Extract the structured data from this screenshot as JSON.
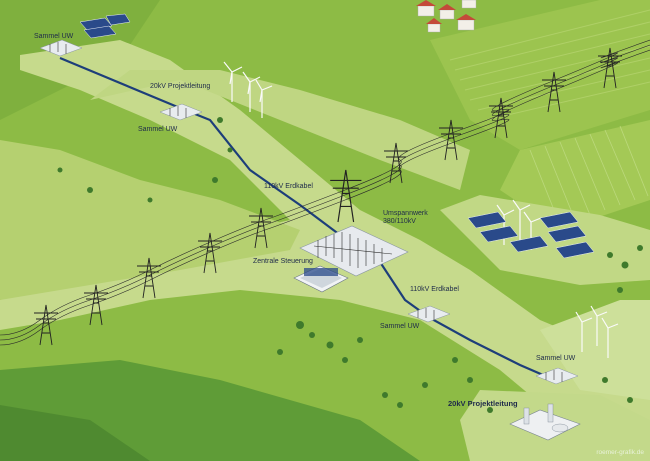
{
  "labels": {
    "sammel_uw_1": "Sammel UW",
    "sammel_uw_2": "Sammel UW",
    "sammel_uw_3": "Sammel UW",
    "sammel_uw_4": "Sammel UW",
    "projekt_20kv_1": "20kV Projektleitung",
    "projekt_20kv_2": "20kV Projektleitung",
    "erdkabel_1": "110kV Erdkabel",
    "erdkabel_2": "110kV Erdkabel",
    "umspannwerk_line1": "Umspannwerk",
    "umspannwerk_line2": "380/110kV",
    "steuerung": "Zentrale Steuerung"
  },
  "credit": "roemer-grafik.de",
  "colors": {
    "field_light": "#c9dc8f",
    "field_mid": "#a9c95a",
    "field_dark": "#7fb240",
    "field_deep": "#5e9a36",
    "cable": "#1d3e7a",
    "text": "#1e2a4a"
  }
}
